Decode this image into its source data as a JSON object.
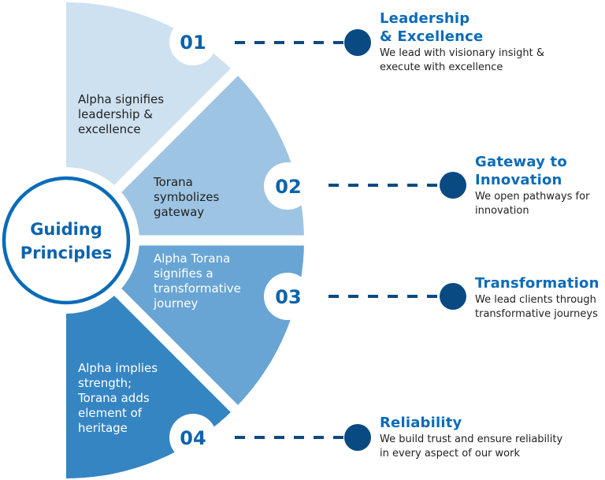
{
  "center": {
    "title_lines": [
      "Guiding",
      "Principles"
    ]
  },
  "colors": {
    "segment_1": "#cde1f0",
    "segment_2": "#9dc4e3",
    "segment_3": "#68a5d4",
    "segment_4": "#3585c3",
    "accent": "#0b6bb8",
    "connector": "#0a4a82",
    "dark_text": "#222222",
    "light_text": "#ffffff"
  },
  "segments": [
    {
      "number": "01",
      "text_lines": [
        "Alpha signifies",
        "leadership &",
        "excellence"
      ],
      "text_color": "#222222"
    },
    {
      "number": "02",
      "text_lines": [
        "Torana",
        "symbolizes",
        "gateway"
      ],
      "text_color": "#222222"
    },
    {
      "number": "03",
      "text_lines": [
        "Alpha Torana",
        "signifies a",
        "transformative",
        "journey"
      ],
      "text_color": "#ffffff"
    },
    {
      "number": "04",
      "text_lines": [
        "Alpha implies",
        "strength;",
        "Torana adds",
        "element of",
        "heritage"
      ],
      "text_color": "#ffffff"
    }
  ],
  "principles": [
    {
      "title_lines": [
        "Leadership",
        "& Excellence"
      ],
      "desc_lines": [
        "We lead with visionary insight &",
        "execute with excellence"
      ]
    },
    {
      "title_lines": [
        "Gateway to",
        "Innovation"
      ],
      "desc_lines": [
        "We open pathways for",
        "innovation"
      ]
    },
    {
      "title_lines": [
        "Transformation"
      ],
      "desc_lines": [
        "We lead clients through",
        "transformative journeys"
      ]
    },
    {
      "title_lines": [
        "Reliability"
      ],
      "desc_lines": [
        "We build trust and ensure reliability",
        "in every aspect of our work"
      ]
    }
  ]
}
